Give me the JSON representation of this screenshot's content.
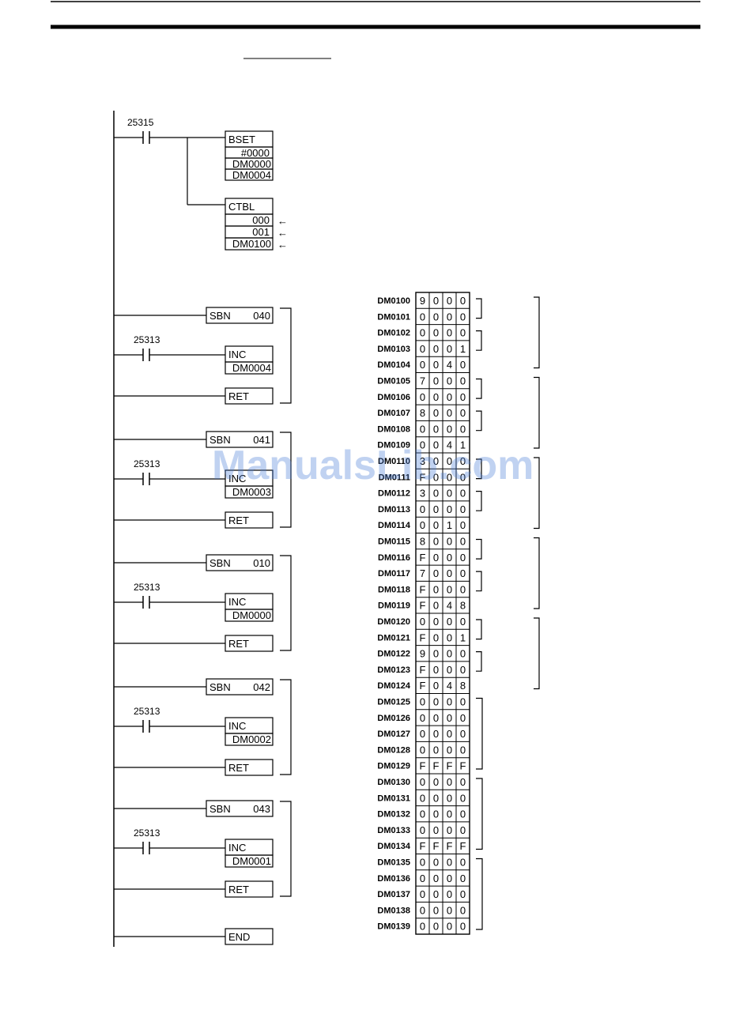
{
  "ladder": {
    "start_contact": "25315",
    "bset": {
      "mnemonic": "BSET",
      "operands": [
        "#0000",
        "DM0000",
        "DM0004"
      ]
    },
    "ctbl": {
      "mnemonic": "CTBL",
      "operands": [
        "000",
        "001",
        "DM0100"
      ],
      "marker": "←"
    },
    "subroutines": [
      {
        "sbn": "SBN",
        "num": "040",
        "contact": "25313",
        "inc": "INC",
        "operand": "DM0004",
        "ret": "RET"
      },
      {
        "sbn": "SBN",
        "num": "041",
        "contact": "25313",
        "inc": "INC",
        "operand": "DM0003",
        "ret": "RET"
      },
      {
        "sbn": "SBN",
        "num": "010",
        "contact": "25313",
        "inc": "INC",
        "operand": "DM0000",
        "ret": "RET"
      },
      {
        "sbn": "SBN",
        "num": "042",
        "contact": "25313",
        "inc": "INC",
        "operand": "DM0002",
        "ret": "RET"
      },
      {
        "sbn": "SBN",
        "num": "043",
        "contact": "25313",
        "inc": "INC",
        "operand": "DM0001",
        "ret": "RET"
      }
    ],
    "end": "END"
  },
  "dm_table": {
    "rows": [
      {
        "addr": "DM0100",
        "digits": [
          "9",
          "0",
          "0",
          "0"
        ]
      },
      {
        "addr": "DM0101",
        "digits": [
          "0",
          "0",
          "0",
          "0"
        ]
      },
      {
        "addr": "DM0102",
        "digits": [
          "0",
          "0",
          "0",
          "0"
        ]
      },
      {
        "addr": "DM0103",
        "digits": [
          "0",
          "0",
          "0",
          "1"
        ]
      },
      {
        "addr": "DM0104",
        "digits": [
          "0",
          "0",
          "4",
          "0"
        ]
      },
      {
        "addr": "DM0105",
        "digits": [
          "7",
          "0",
          "0",
          "0"
        ]
      },
      {
        "addr": "DM0106",
        "digits": [
          "0",
          "0",
          "0",
          "0"
        ]
      },
      {
        "addr": "DM0107",
        "digits": [
          "8",
          "0",
          "0",
          "0"
        ]
      },
      {
        "addr": "DM0108",
        "digits": [
          "0",
          "0",
          "0",
          "0"
        ]
      },
      {
        "addr": "DM0109",
        "digits": [
          "0",
          "0",
          "4",
          "1"
        ]
      },
      {
        "addr": "DM0110",
        "digits": [
          "3",
          "0",
          "0",
          "0"
        ]
      },
      {
        "addr": "DM0111",
        "digits": [
          "F",
          "0",
          "0",
          "0"
        ]
      },
      {
        "addr": "DM0112",
        "digits": [
          "3",
          "0",
          "0",
          "0"
        ]
      },
      {
        "addr": "DM0113",
        "digits": [
          "0",
          "0",
          "0",
          "0"
        ]
      },
      {
        "addr": "DM0114",
        "digits": [
          "0",
          "0",
          "1",
          "0"
        ]
      },
      {
        "addr": "DM0115",
        "digits": [
          "8",
          "0",
          "0",
          "0"
        ]
      },
      {
        "addr": "DM0116",
        "digits": [
          "F",
          "0",
          "0",
          "0"
        ]
      },
      {
        "addr": "DM0117",
        "digits": [
          "7",
          "0",
          "0",
          "0"
        ]
      },
      {
        "addr": "DM0118",
        "digits": [
          "F",
          "0",
          "0",
          "0"
        ]
      },
      {
        "addr": "DM0119",
        "digits": [
          "F",
          "0",
          "4",
          "8"
        ]
      },
      {
        "addr": "DM0120",
        "digits": [
          "0",
          "0",
          "0",
          "0"
        ]
      },
      {
        "addr": "DM0121",
        "digits": [
          "F",
          "0",
          "0",
          "1"
        ]
      },
      {
        "addr": "DM0122",
        "digits": [
          "9",
          "0",
          "0",
          "0"
        ]
      },
      {
        "addr": "DM0123",
        "digits": [
          "F",
          "0",
          "0",
          "0"
        ]
      },
      {
        "addr": "DM0124",
        "digits": [
          "F",
          "0",
          "4",
          "8"
        ]
      },
      {
        "addr": "DM0125",
        "digits": [
          "0",
          "0",
          "0",
          "0"
        ]
      },
      {
        "addr": "DM0126",
        "digits": [
          "0",
          "0",
          "0",
          "0"
        ]
      },
      {
        "addr": "DM0127",
        "digits": [
          "0",
          "0",
          "0",
          "0"
        ]
      },
      {
        "addr": "DM0128",
        "digits": [
          "0",
          "0",
          "0",
          "0"
        ]
      },
      {
        "addr": "DM0129",
        "digits": [
          "F",
          "F",
          "F",
          "F"
        ]
      },
      {
        "addr": "DM0130",
        "digits": [
          "0",
          "0",
          "0",
          "0"
        ]
      },
      {
        "addr": "DM0131",
        "digits": [
          "0",
          "0",
          "0",
          "0"
        ]
      },
      {
        "addr": "DM0132",
        "digits": [
          "0",
          "0",
          "0",
          "0"
        ]
      },
      {
        "addr": "DM0133",
        "digits": [
          "0",
          "0",
          "0",
          "0"
        ]
      },
      {
        "addr": "DM0134",
        "digits": [
          "F",
          "F",
          "F",
          "F"
        ]
      },
      {
        "addr": "DM0135",
        "digits": [
          "0",
          "0",
          "0",
          "0"
        ]
      },
      {
        "addr": "DM0136",
        "digits": [
          "0",
          "0",
          "0",
          "0"
        ]
      },
      {
        "addr": "DM0137",
        "digits": [
          "0",
          "0",
          "0",
          "0"
        ]
      },
      {
        "addr": "DM0138",
        "digits": [
          "0",
          "0",
          "0",
          "0"
        ]
      },
      {
        "addr": "DM0139",
        "digits": [
          "0",
          "0",
          "0",
          "0"
        ]
      }
    ]
  },
  "watermark": "ManualsLib.com"
}
